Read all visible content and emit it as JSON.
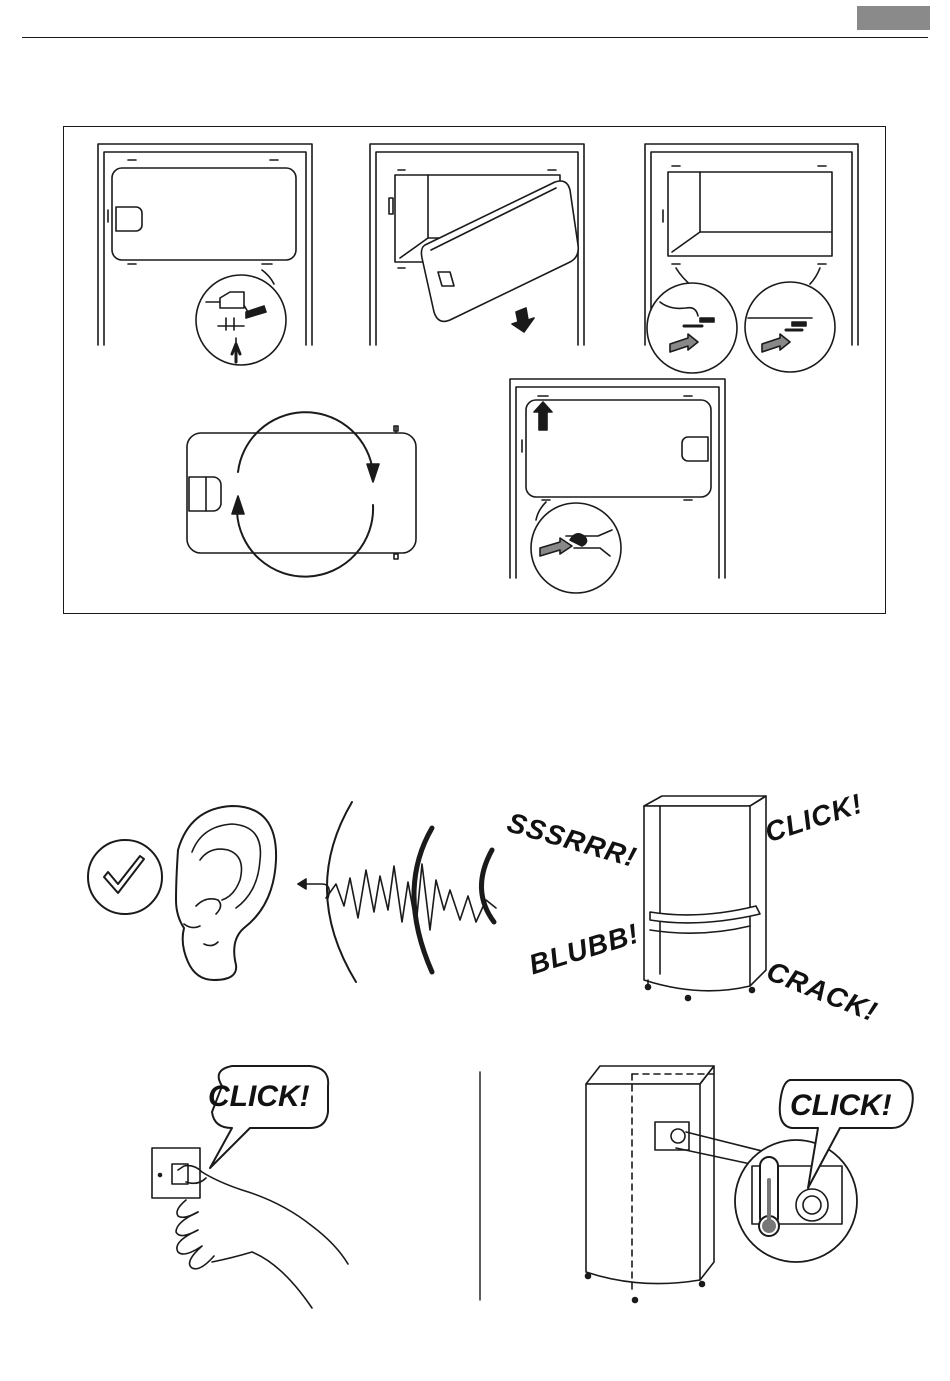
{
  "header": {
    "tab_color": "#8a8a8a"
  },
  "door_reversal": {
    "steps": [
      "remove-lower-hinge",
      "lift-door-off",
      "move-hinge-pins",
      "rotate-door-180",
      "refit-door"
    ]
  },
  "noises": {
    "words": [
      "SSSRRR!",
      "CLICK!",
      "BLUBB!",
      "CRACK!"
    ]
  },
  "bottom": {
    "left_bubble": "CLICK!",
    "right_bubble": "CLICK!"
  }
}
